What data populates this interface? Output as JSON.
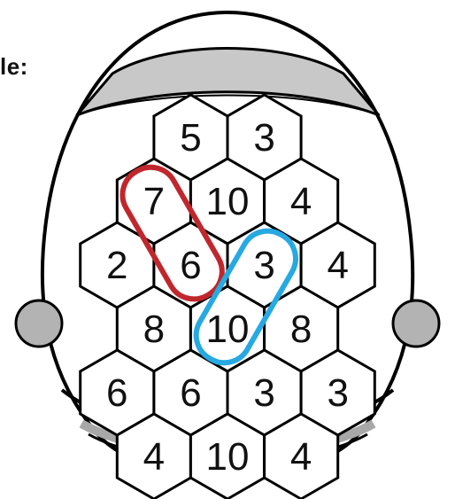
{
  "label": "le:",
  "colors": {
    "outline": "#000000",
    "band": "#c8c8c8",
    "cell_fill": "#ffffff",
    "pair_red": "#c0272d",
    "pair_blue": "#27a9e1"
  },
  "puzzle": {
    "rows": [
      [
        "5",
        "3"
      ],
      [
        "7",
        "10",
        "4"
      ],
      [
        "2",
        "6",
        "3",
        "4"
      ],
      [
        "8",
        "10",
        "8"
      ],
      [
        "6",
        "6",
        "3",
        "3"
      ],
      [
        "4",
        "10",
        "4"
      ]
    ],
    "highlighted_pairs": [
      {
        "color": "red",
        "cells": [
          "7",
          "6"
        ]
      },
      {
        "color": "blue",
        "cells": [
          "3",
          "10"
        ]
      }
    ]
  }
}
